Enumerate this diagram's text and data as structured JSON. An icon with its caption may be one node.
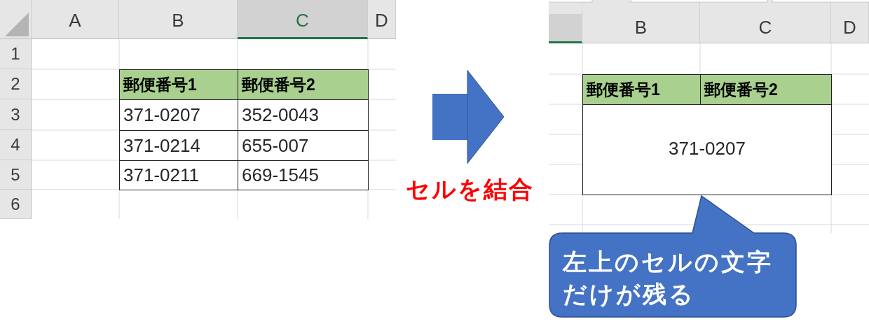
{
  "diagram": {
    "nodes": [
      {
        "text": [
          "A",
          "B",
          "C",
          "D",
          "1",
          "2",
          "3",
          "4",
          "5",
          "6"
        ]
      },
      {
        "text": [
          "郵便番号1"
        ],
        "in": 0
      },
      {
        "text": [
          "郵便番号2"
        ],
        "in": 0
      },
      {
        "text": [
          "371-0207"
        ],
        "in": 0
      },
      {
        "text": [
          "352-0043"
        ],
        "in": 0
      },
      {
        "text": [
          "371-0214"
        ],
        "in": 0
      },
      {
        "text": [
          "655-007"
        ],
        "in": 0
      },
      {
        "text": [
          "371-0211"
        ],
        "in": 0
      },
      {
        "text": [
          "669-1545"
        ],
        "in": 0
      },
      {
        "text": [
          "B",
          "C",
          "D"
        ]
      },
      {
        "text": [
          "郵便番号1"
        ],
        "in": 9
      },
      {
        "text": [
          "郵便番号2"
        ],
        "in": 9
      },
      {
        "text": [
          "371-0207"
        ],
        "in": 9
      },
      {
        "text": [
          "左上のセルの文字だけが残る"
        ]
      }
    ],
    "edges": [
      {
        "from": 0,
        "to": 9,
        "arrow": "to",
        "label": "セルを結合"
      }
    ]
  }
}
